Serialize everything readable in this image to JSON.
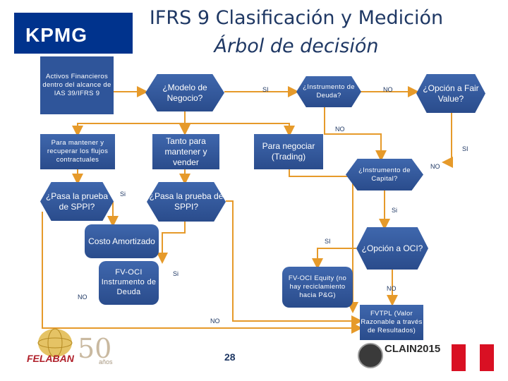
{
  "title_line1": "IFRS 9 Clasificación y Medición",
  "title_line2": "Árbol de decisión",
  "logo_text": "KPMG",
  "nodes": {
    "activos": "Activos Financieros dentro del alcance de IAS 39/IFRS 9",
    "modelo": "¿Modelo de Negocio?",
    "instrumento_deuda": "¿Instrumento de Deuda?",
    "opcion_fv": "¿Opción a Fair Value?",
    "mantener": "Para mantener y recuperar los flujos contractuales",
    "tanto": "Tanto para mantener y vender",
    "negociar": "Para negociar (Trading)",
    "instrumento_capital": "¿Instrumento de Capital?",
    "sppi_left": "¿Pasa la prueba de SPPI?",
    "sppi_mid": "¿Pasa la prueba de SPPI?",
    "costo": "Costo Amortizado",
    "fvoci_deuda": "FV-OCI Instrumento de Deuda",
    "fvoci_equity": "FV-OCI Equity (no hay reciclamiento hacia P&G)",
    "opcion_oci": "¿Opción a OCI?",
    "fvtpl": "FVTPL (Valor Razonable a través de Resultados)"
  },
  "labels": {
    "si_1": "SI",
    "no_1": "NO",
    "no_2": "NO",
    "si_2": "SI",
    "no_3": "NO",
    "si_3": "Si",
    "si_4": "Si",
    "si_5": "SI",
    "si_6": "Si",
    "no_4": "NO",
    "no_5": "NO",
    "no_6": "NO"
  },
  "page_number": "28",
  "footer": {
    "felaban": "FELABAN",
    "anniversary": "50",
    "anos": "años",
    "clain": "CLAIN2015"
  },
  "colors": {
    "node_blue": "#2f559a",
    "arrow_orange": "#e69a2a",
    "kpmg_blue": "#00338d",
    "peru_red": "#d91023"
  }
}
